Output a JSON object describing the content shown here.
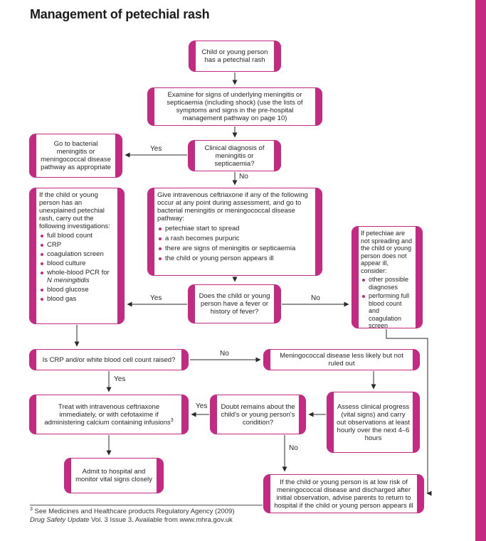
{
  "page": {
    "title": "Management of petechial rash"
  },
  "colors": {
    "accent": "#c42a82",
    "arrow": "#2a2a2a",
    "text": "#262626"
  },
  "labels": {
    "yes": "Yes",
    "no": "No"
  },
  "boxes": {
    "start": {
      "text": "Child or young person has a petechial rash"
    },
    "examine": {
      "text": "Examine for signs of underlying meningitis or septicaemia (including shock) (use the lists of symptoms and signs in the pre-hospital management pathway on page 10)"
    },
    "clinical": {
      "text": "Clinical diagnosis of meningitis or septicaemia?"
    },
    "goto": {
      "text": "Go to bacterial meningitis or meningococcal disease pathway as appropriate"
    },
    "ceftriaxone": {
      "intro": "Give intravenous ceftriaxone if any of the following occur at any point during assessment, and go to bacterial meningitis or meningococcal disease pathway:",
      "bullets": [
        "petechiae start to spread",
        "a rash becomes purpuric",
        "there are signs of meningitis or septicaemia",
        "the child or young person appears ill"
      ]
    },
    "investigations": {
      "intro": "If the child or young person has an unexplained petechial rash, carry out the following investigations:",
      "bullets": [
        "full blood count",
        "CRP",
        "coagulation screen",
        "blood culture",
        {
          "text": "whole-blood PCR for ",
          "italic": "N meningitidis"
        },
        "blood glucose",
        "blood gas"
      ]
    },
    "fever": {
      "text": "Does the child or young person have a fever or history of fever?"
    },
    "petechiae": {
      "intro": "If petechiae are not spreading and the child or young person does not appear ill, consider:",
      "bullets": [
        "other possible diagnoses",
        "performing full blood count and coagulation screen"
      ]
    },
    "crp": {
      "text": "Is CRP and/or white blood cell count raised?"
    },
    "lesslikely": {
      "text": "Meningococcal disease less likely but not ruled out"
    },
    "treat": {
      "text": "Treat with intravenous ceftriaxone immediately, or with cefotaxime if administering calcium containing infusions",
      "sup": "3"
    },
    "doubt": {
      "text": "Doubt remains about the child's or young person's condition?"
    },
    "assess": {
      "text": "Assess clinical progress (vital signs) and carry out observations at least hourly over the next 4–6 hours"
    },
    "admit": {
      "text": "Admit to hospital and monitor vital signs closely"
    },
    "lowrisk": {
      "text": "If the child or young person is at low risk of meningococcal disease and discharged after initial observation, advise parents to return to hospital if the child or young person appears ill"
    }
  },
  "footnote": {
    "sup": "3",
    "line1": " See Medicines and Healthcare products Regulatory Agency (2009)",
    "line2_italic": "Drug Safety Update",
    "line2_rest": " Vol. 3 Issue 3. Available from www.mhra.gov.uk"
  }
}
